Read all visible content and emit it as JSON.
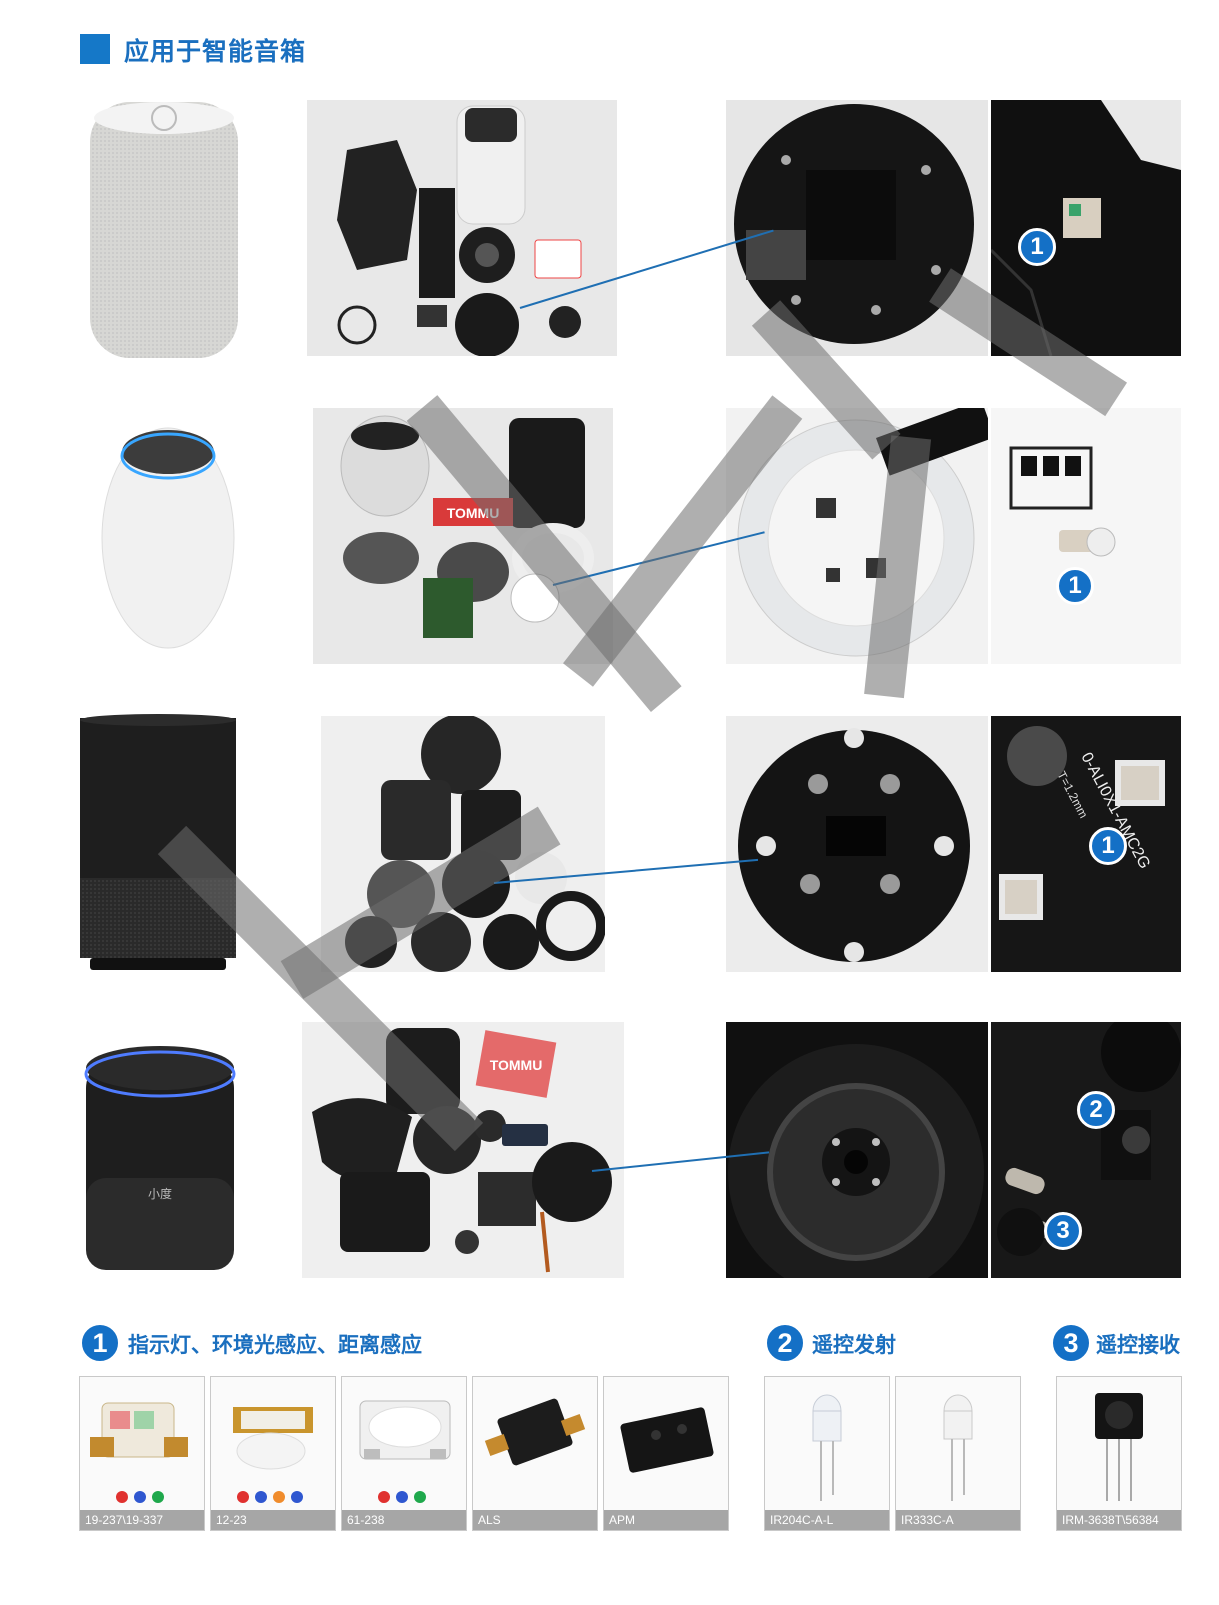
{
  "header": {
    "title": "应用于智能音箱"
  },
  "legend": {
    "g1": {
      "num": "1",
      "text": "指示灯、环境光感应、距离感应"
    },
    "g2": {
      "num": "2",
      "text": "遥控发射"
    },
    "g3": {
      "num": "3",
      "text": "遥控接收"
    }
  },
  "cards": [
    {
      "label": "19-237\\19-337"
    },
    {
      "label": "12-23"
    },
    {
      "label": "61-238"
    },
    {
      "label": "ALS"
    },
    {
      "label": "APM"
    },
    {
      "label": "IR204C-A-L"
    },
    {
      "label": "IR333C-A"
    },
    {
      "label": "IRM-3638T\\56384"
    }
  ],
  "photo_text": {
    "brand": "TOMMU",
    "xiaodu": "小度",
    "board_text": "0-ALI0X1-AMC2G",
    "board_small": "T=1.2mm"
  },
  "badges": [
    "1",
    "1",
    "1",
    "2",
    "3"
  ],
  "colors": {
    "accent": "#1470c6",
    "title": "#1a6fbf",
    "label_bg": "#a6a6a6"
  }
}
